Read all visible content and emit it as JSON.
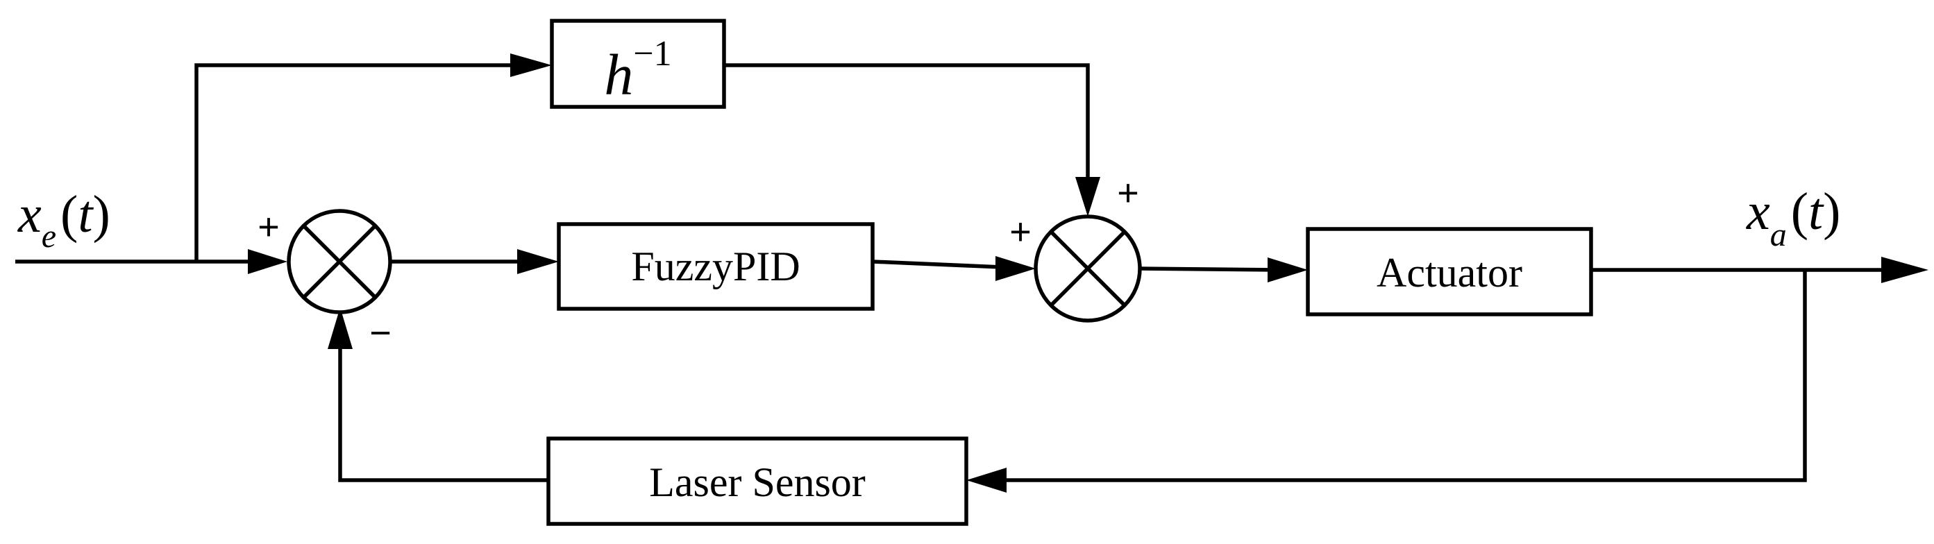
{
  "blocks": {
    "h_inverse": {
      "base": "h",
      "exponent": "−1"
    },
    "fuzzy_pid": "FuzzyPID",
    "actuator": "Actuator",
    "laser_sensor": "Laser Sensor"
  },
  "signals": {
    "input": {
      "var": "x",
      "subscript": "e",
      "open": "(",
      "arg": "t",
      "close": ")"
    },
    "output": {
      "var": "x",
      "subscript": "a",
      "open": "(",
      "arg": "t",
      "close": ")"
    }
  },
  "summing_junction_1": {
    "top_sign": "+",
    "bottom_sign": "−"
  },
  "summing_junction_2": {
    "left_sign": "+",
    "top_sign": "+"
  }
}
